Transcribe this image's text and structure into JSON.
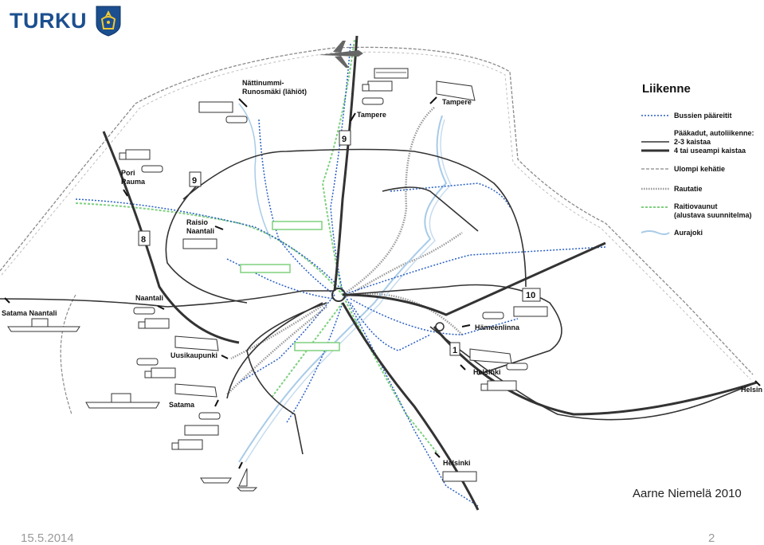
{
  "header": {
    "logo_text": "TURKU"
  },
  "legend": {
    "title": "Liikenne",
    "items": [
      {
        "id": "bus",
        "lines": [
          "Bussien pääreitit"
        ],
        "color": "#2a5fc4"
      },
      {
        "id": "roads",
        "lines": [
          "Pääkadut, autoliikenne:",
          "2-3 kaistaa",
          "4 tai useampi kaistaa"
        ],
        "color": "#333333"
      },
      {
        "id": "ring",
        "lines": [
          "Ulompi kehätie"
        ],
        "color": "#888888"
      },
      {
        "id": "rail",
        "lines": [
          "Rautatie"
        ],
        "color": "#999999"
      },
      {
        "id": "tram",
        "lines": [
          "Raitiovaunut",
          "(alustava suunnitelma)"
        ],
        "color": "#7fd17f"
      },
      {
        "id": "river",
        "lines": [
          "Aurajoki"
        ],
        "color": "#a8cbe8"
      }
    ]
  },
  "map": {
    "labels": {
      "nattinummi": [
        "Nättinummi-",
        "Runosmäki (lähiöt)"
      ],
      "tampere_1": "Tampere",
      "tampere_2": "Tampere",
      "pori": [
        "Pori",
        "Rauma"
      ],
      "raisio": [
        "Raisio",
        "Naantali"
      ],
      "naantali": "Naantali",
      "satama_naantali": "Satama Naantali",
      "uusikaupunki": "Uusikaupunki",
      "satama": "Satama",
      "hameenlinna": "Hämeenlinna",
      "helsinki_1": "Helsinki",
      "helsinki_2": "Helsinki",
      "helsinki_edge": "Helsin"
    },
    "route_numbers": {
      "r9a": "9",
      "r9b": "9",
      "r8": "8",
      "r10": "10",
      "r1": "1"
    }
  },
  "footer": {
    "author": "Aarne Niemelä 2010",
    "date": "15.5.2014",
    "page": "2"
  }
}
